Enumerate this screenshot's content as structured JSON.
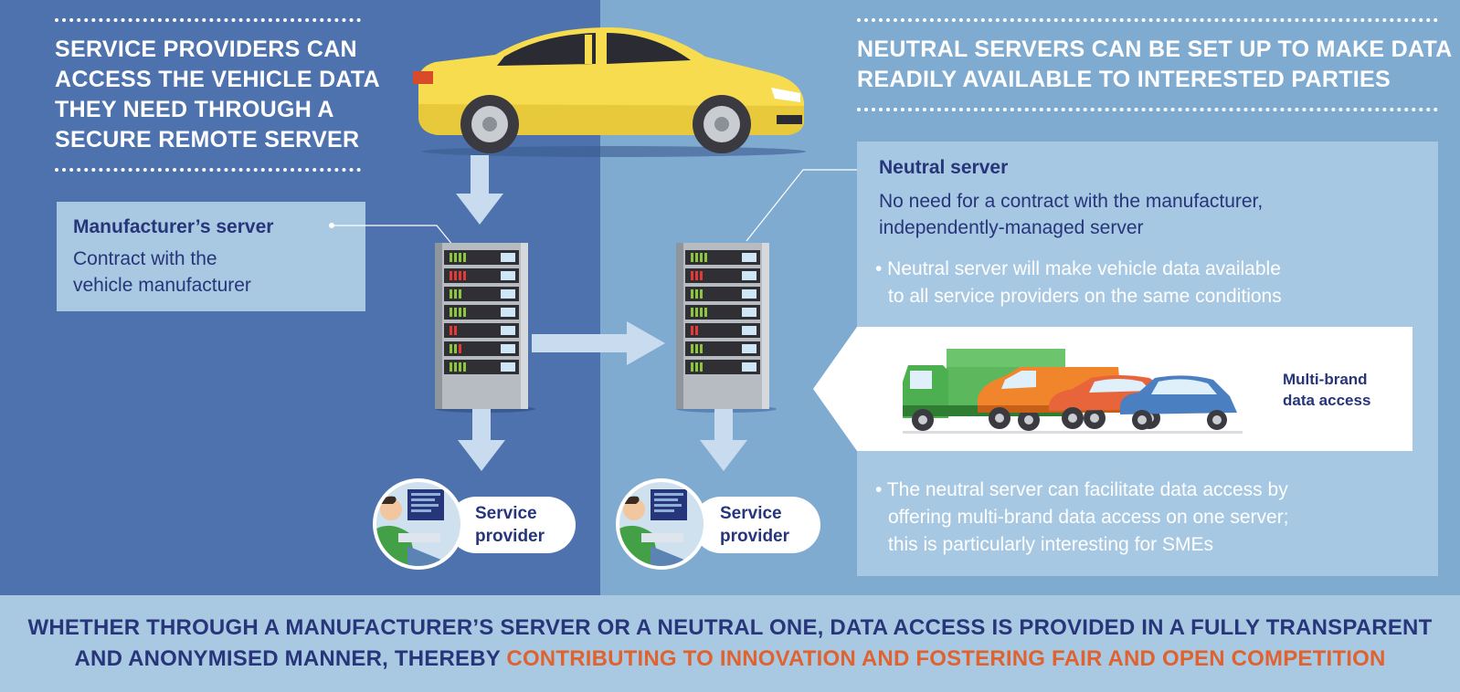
{
  "left_panel": {
    "heading_lines": [
      "SERVICE PROVIDERS CAN",
      "ACCESS THE VEHICLE DATA",
      "THEY NEED THROUGH A",
      "SECURE REMOTE SERVER"
    ]
  },
  "right_panel": {
    "heading_lines": [
      "NEUTRAL SERVERS CAN BE SET UP TO MAKE DATA",
      "READILY AVAILABLE TO INTERESTED PARTIES"
    ]
  },
  "manufacturer_box": {
    "title": "Manufacturer’s server",
    "text_lines": [
      "Contract with the",
      "vehicle manufacturer"
    ]
  },
  "neutral_box": {
    "title": "Neutral server",
    "text_lines": [
      "No need for a contract with the manufacturer,",
      "independently-managed server"
    ],
    "bullet1_lines": [
      "• Neutral server will make vehicle data available",
      "to all service providers on the same conditions"
    ],
    "multi_brand_lines": [
      "Multi-brand",
      "data access"
    ],
    "bullet2_lines": [
      "• The neutral server can facilitate data access by",
      "offering multi-brand data access on one server;",
      "this is particularly interesting for SMEs"
    ]
  },
  "service_provider": {
    "label_lines": [
      "Service",
      "provider"
    ]
  },
  "footer": {
    "line1": "WHETHER THROUGH A MANUFACTURER’S SERVER OR A NEUTRAL ONE, DATA ACCESS IS PROVIDED IN A FULLY TRANSPARENT",
    "line2_plain": "AND ANONYMISED MANNER, THEREBY ",
    "line2_highlight": "CONTRIBUTING TO INNOVATION AND FOSTERING FAIR AND OPEN COMPETITION"
  },
  "colors": {
    "left_bg": "#4d72ad",
    "right_bg": "#80abd1",
    "footer_bg": "#a9c9e2",
    "navy_text": "#27357a",
    "highlight": "#e0622f",
    "car_yellow": "#f6dc4e"
  },
  "icons": [
    "car-icon",
    "server-icon",
    "arrow-down-icon",
    "arrow-right-icon",
    "vehicles-icon",
    "person-computer-icon"
  ]
}
